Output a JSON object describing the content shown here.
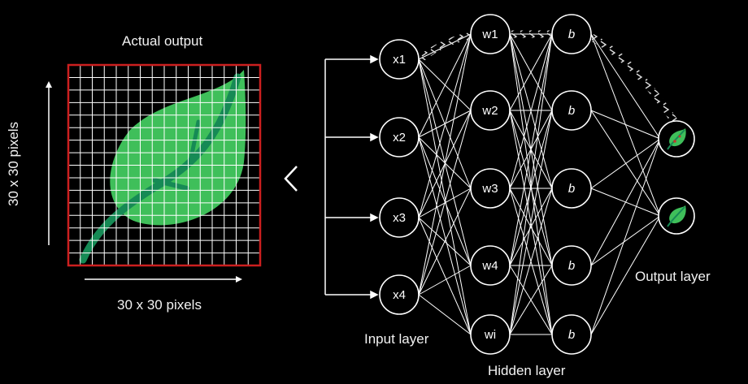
{
  "labels": {
    "actual_output": "Actual output",
    "pixels_vertical": "30 x 30 pixels",
    "pixels_horizontal": "30 x 30 pixels",
    "input_layer": "Input layer",
    "hidden_layer": "Hidden layer",
    "output_layer": "Output layer"
  },
  "input_nodes": [
    "x1",
    "x2",
    "x3",
    "x4"
  ],
  "hidden_weight_nodes": [
    "w1",
    "w2",
    "w3",
    "w4",
    "wi"
  ],
  "hidden_bias_nodes": [
    "b",
    "b",
    "b",
    "b",
    "b"
  ],
  "output_nodes": [
    "healthy-leaf-icon",
    "leaf-icon"
  ],
  "icons": {
    "back_arrow": "chevron-left-icon",
    "leaf_image": "leaf-icon"
  },
  "colors": {
    "background": "#000000",
    "grid_border": "#cc1f1f",
    "leaf_fill": "#3fbf5a",
    "leaf_vein": "#168a55",
    "line": "#ffffff"
  }
}
